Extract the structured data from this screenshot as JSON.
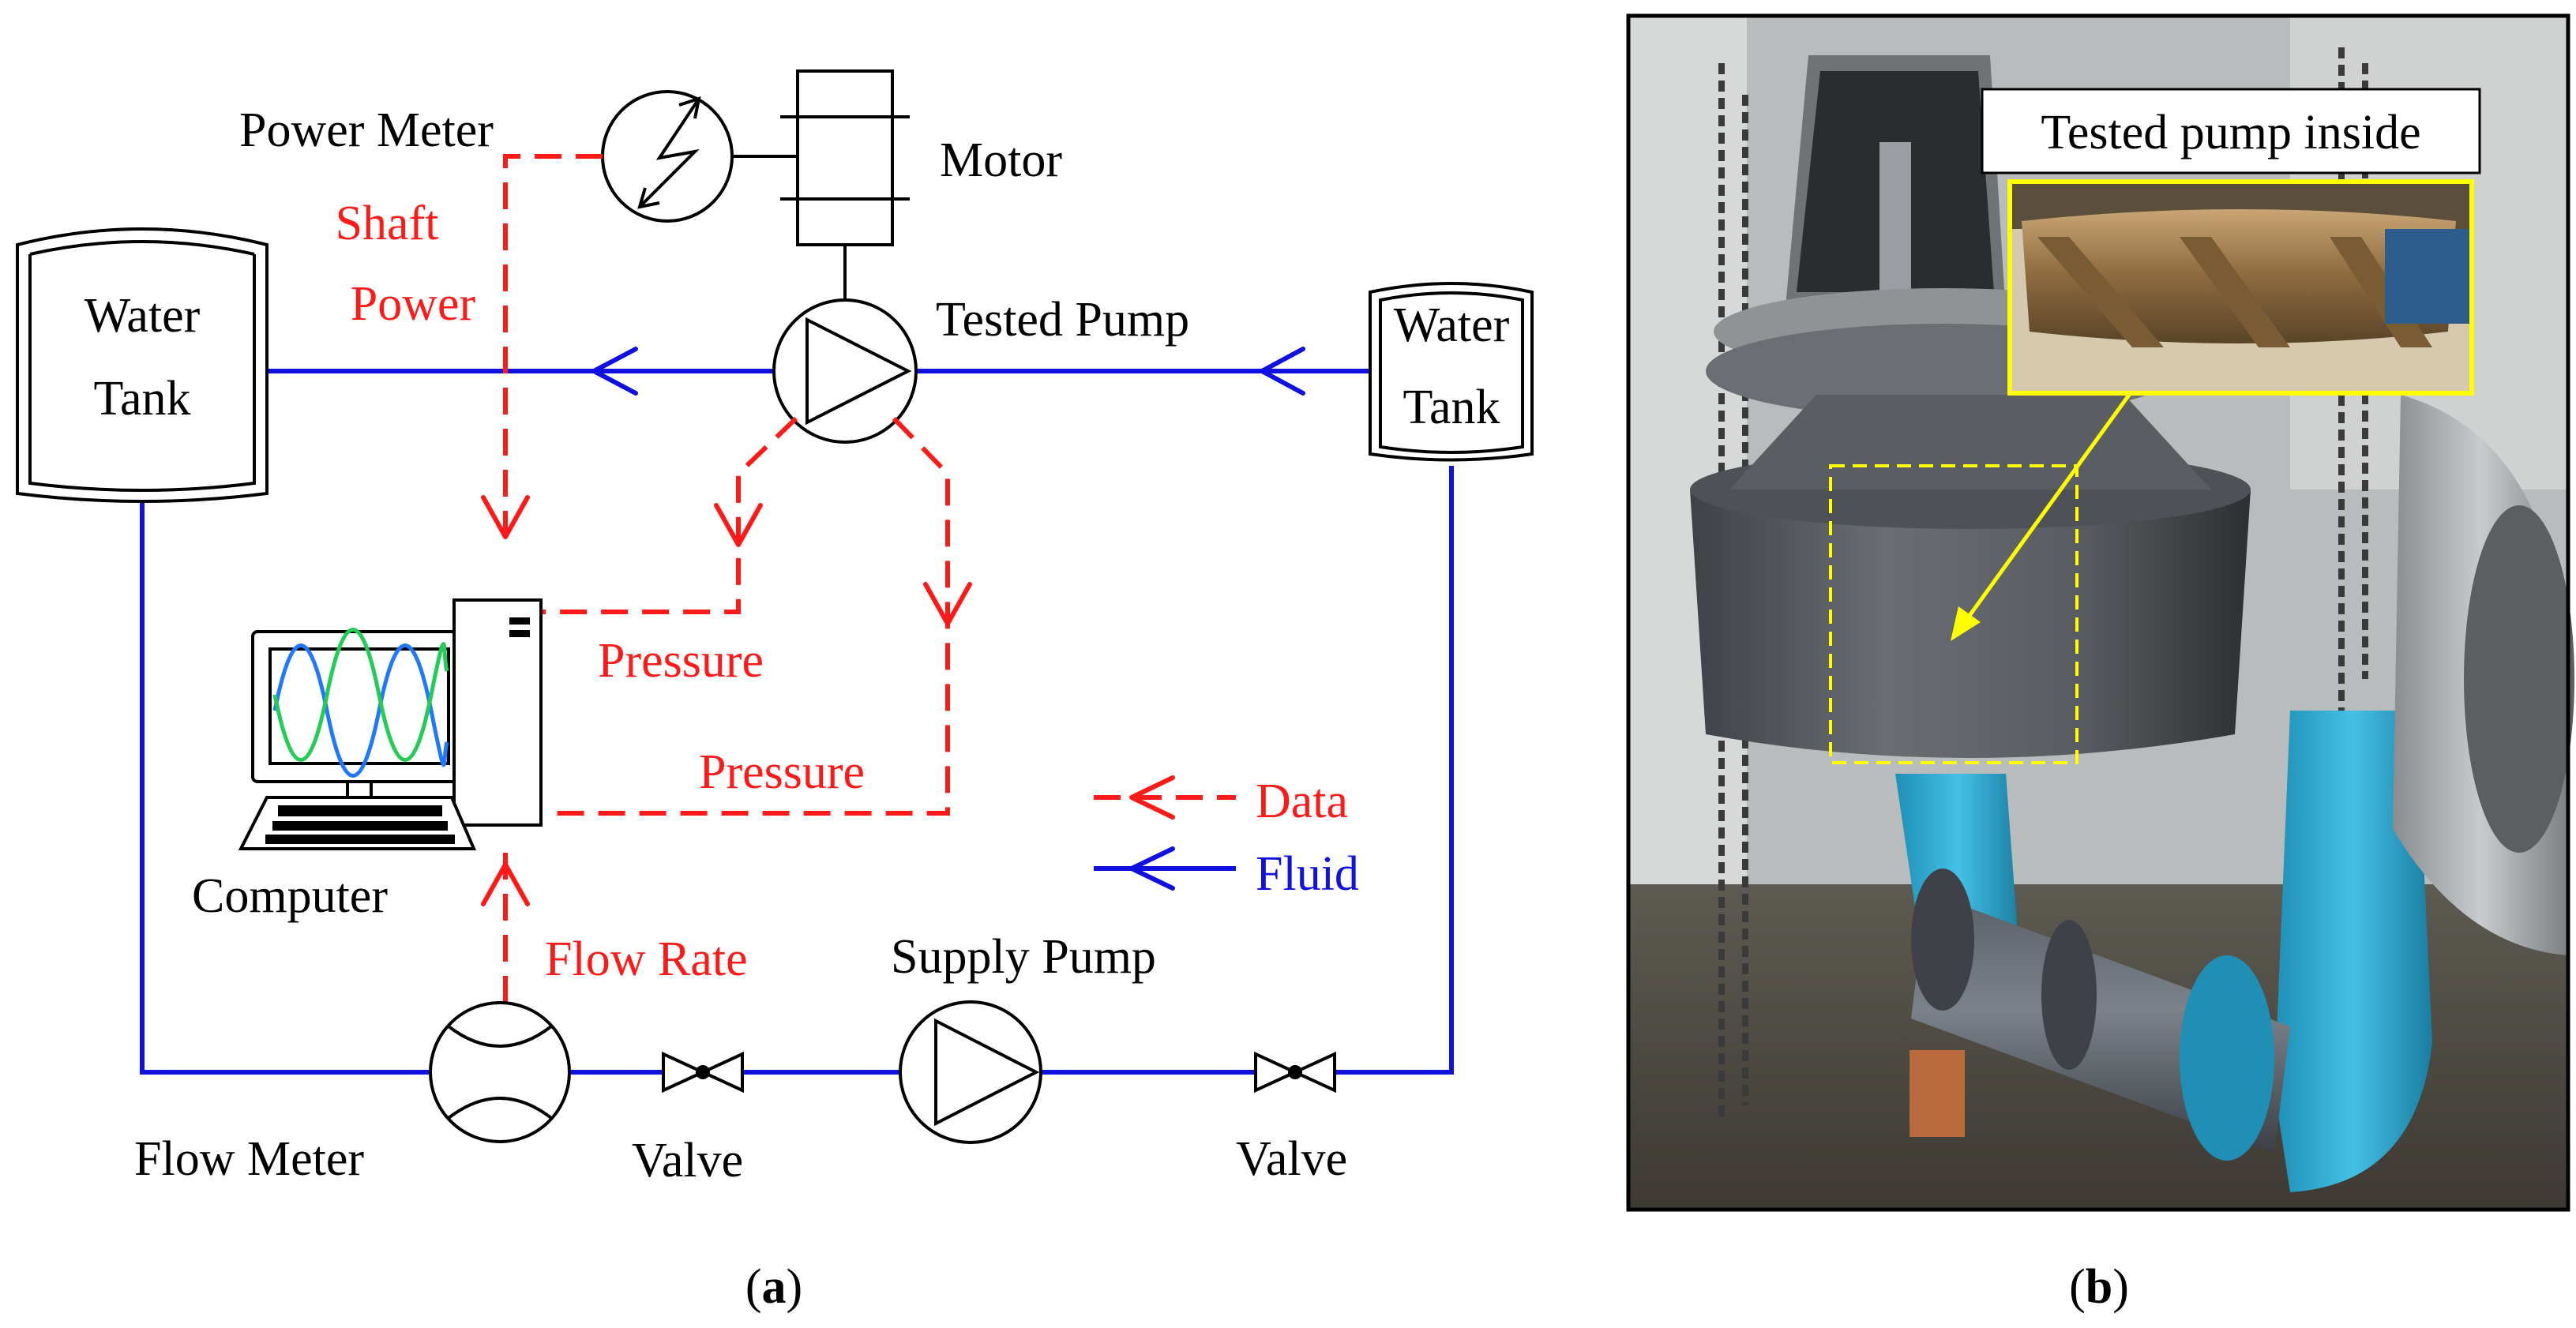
{
  "panel_a": {
    "labels": {
      "power_meter": "Power Meter",
      "motor": "Motor",
      "shaft": "Shaft",
      "power": "Power",
      "water_left_1": "Water",
      "water_left_2": "Tank",
      "tested_pump": "Tested Pump",
      "water_right_1": "Water",
      "water_right_2": "Tank",
      "pressure_1": "Pressure",
      "pressure_2": "Pressure",
      "computer": "Computer",
      "flow_rate": "Flow Rate",
      "supply_pump": "Supply Pump",
      "flow_meter": "Flow Meter",
      "valve_left": "Valve",
      "valve_right": "Valve",
      "legend_data": "Data",
      "legend_fluid": "Fluid"
    },
    "caption_open": "(",
    "caption_letter": "a",
    "caption_close": ")",
    "colors": {
      "data": "#ff1a1a",
      "fluid": "#1010e0"
    }
  },
  "panel_b": {
    "callout": "Tested pump inside",
    "caption_open": "(",
    "caption_letter": "b",
    "caption_close": ")",
    "highlight_color": "#ffff00"
  }
}
